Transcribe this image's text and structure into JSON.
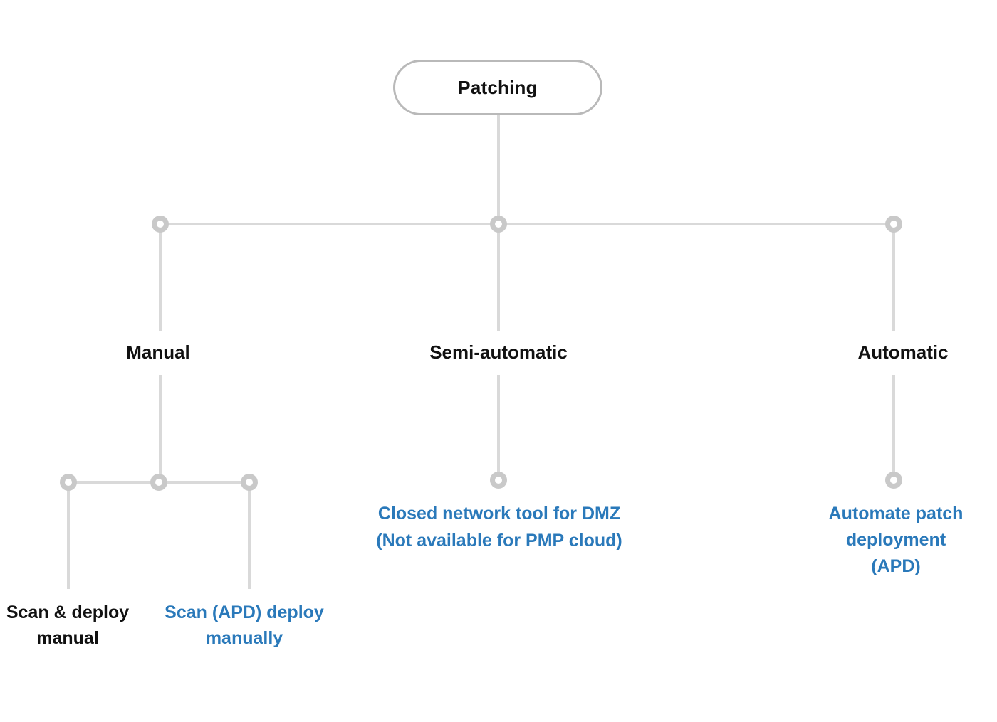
{
  "diagram": {
    "title_node": {
      "label": "Patching"
    },
    "branches": [
      {
        "id": "manual",
        "label": "Manual"
      },
      {
        "id": "semi-automatic",
        "label": "Semi-automatic"
      },
      {
        "id": "automatic",
        "label": "Automatic"
      }
    ],
    "leaves": {
      "scan_deploy_manual": {
        "lines": [
          "Scan & deploy",
          "manual"
        ],
        "color": "#111111"
      },
      "scan_apd_deploy_manually": {
        "lines": [
          "Scan (APD) deploy",
          "manually"
        ],
        "color": "#2a79ba"
      },
      "closed_network_tool": {
        "lines": [
          "Closed network tool for DMZ",
          "(Not available for PMP cloud)"
        ],
        "color": "#2a79ba"
      },
      "automate_patch_deployment": {
        "lines": [
          "Automate patch",
          "deployment",
          "(APD)"
        ],
        "color": "#2a79ba"
      }
    },
    "colors": {
      "connector_line": "#d9d9d9",
      "junction_ring": "#c9c9c9",
      "pill_border": "#b9b9b9",
      "text_dark": "#111111",
      "text_blue": "#2a79ba",
      "background": "#ffffff"
    }
  }
}
